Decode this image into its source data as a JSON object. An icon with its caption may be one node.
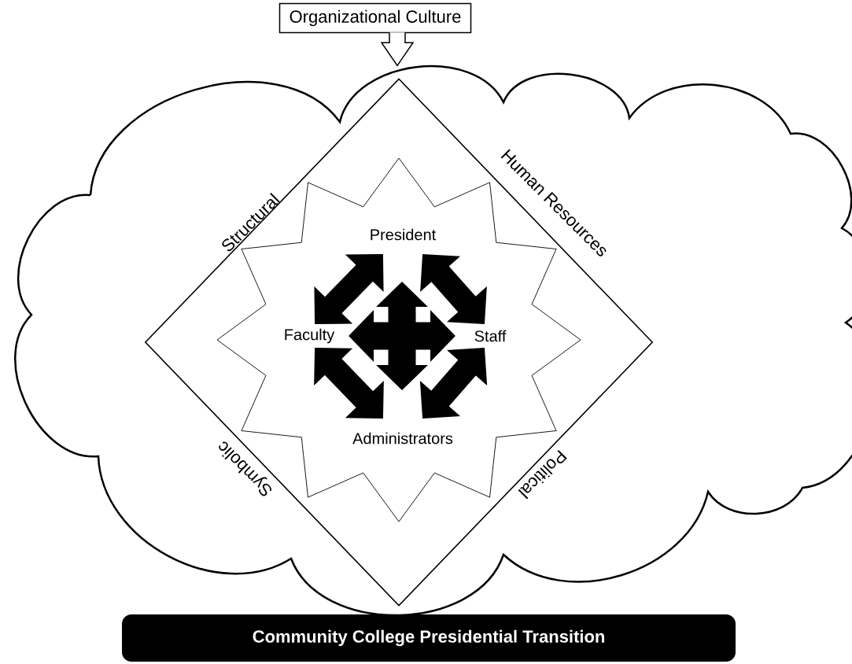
{
  "diagram": {
    "nodes": [
      {
        "text": [
          "Organizational Culture"
        ]
      },
      {
        "text": [],
        "shape": "cloud"
      },
      {
        "text": [
          "Structural",
          "Human Resources",
          "Symbolic",
          "Political"
        ],
        "in": 1
      },
      {
        "text": [],
        "shape": "star",
        "in": 2
      },
      {
        "text": [
          "President"
        ],
        "in": 3
      },
      {
        "text": [
          "Faculty"
        ],
        "in": 3
      },
      {
        "text": [
          "Staff"
        ],
        "in": 3
      },
      {
        "text": [
          "Administrators"
        ],
        "in": 3
      },
      {
        "text": [
          "Community College Presidential Transition"
        ]
      }
    ],
    "edges": [
      {
        "from": 0,
        "to": 1,
        "arrow": "to"
      },
      {
        "from": 4,
        "to": 5,
        "arrow": "both"
      },
      {
        "from": 4,
        "to": 6,
        "arrow": "both"
      },
      {
        "from": 5,
        "to": 7,
        "arrow": "both"
      },
      {
        "from": 6,
        "to": 7,
        "arrow": "both"
      }
    ]
  }
}
